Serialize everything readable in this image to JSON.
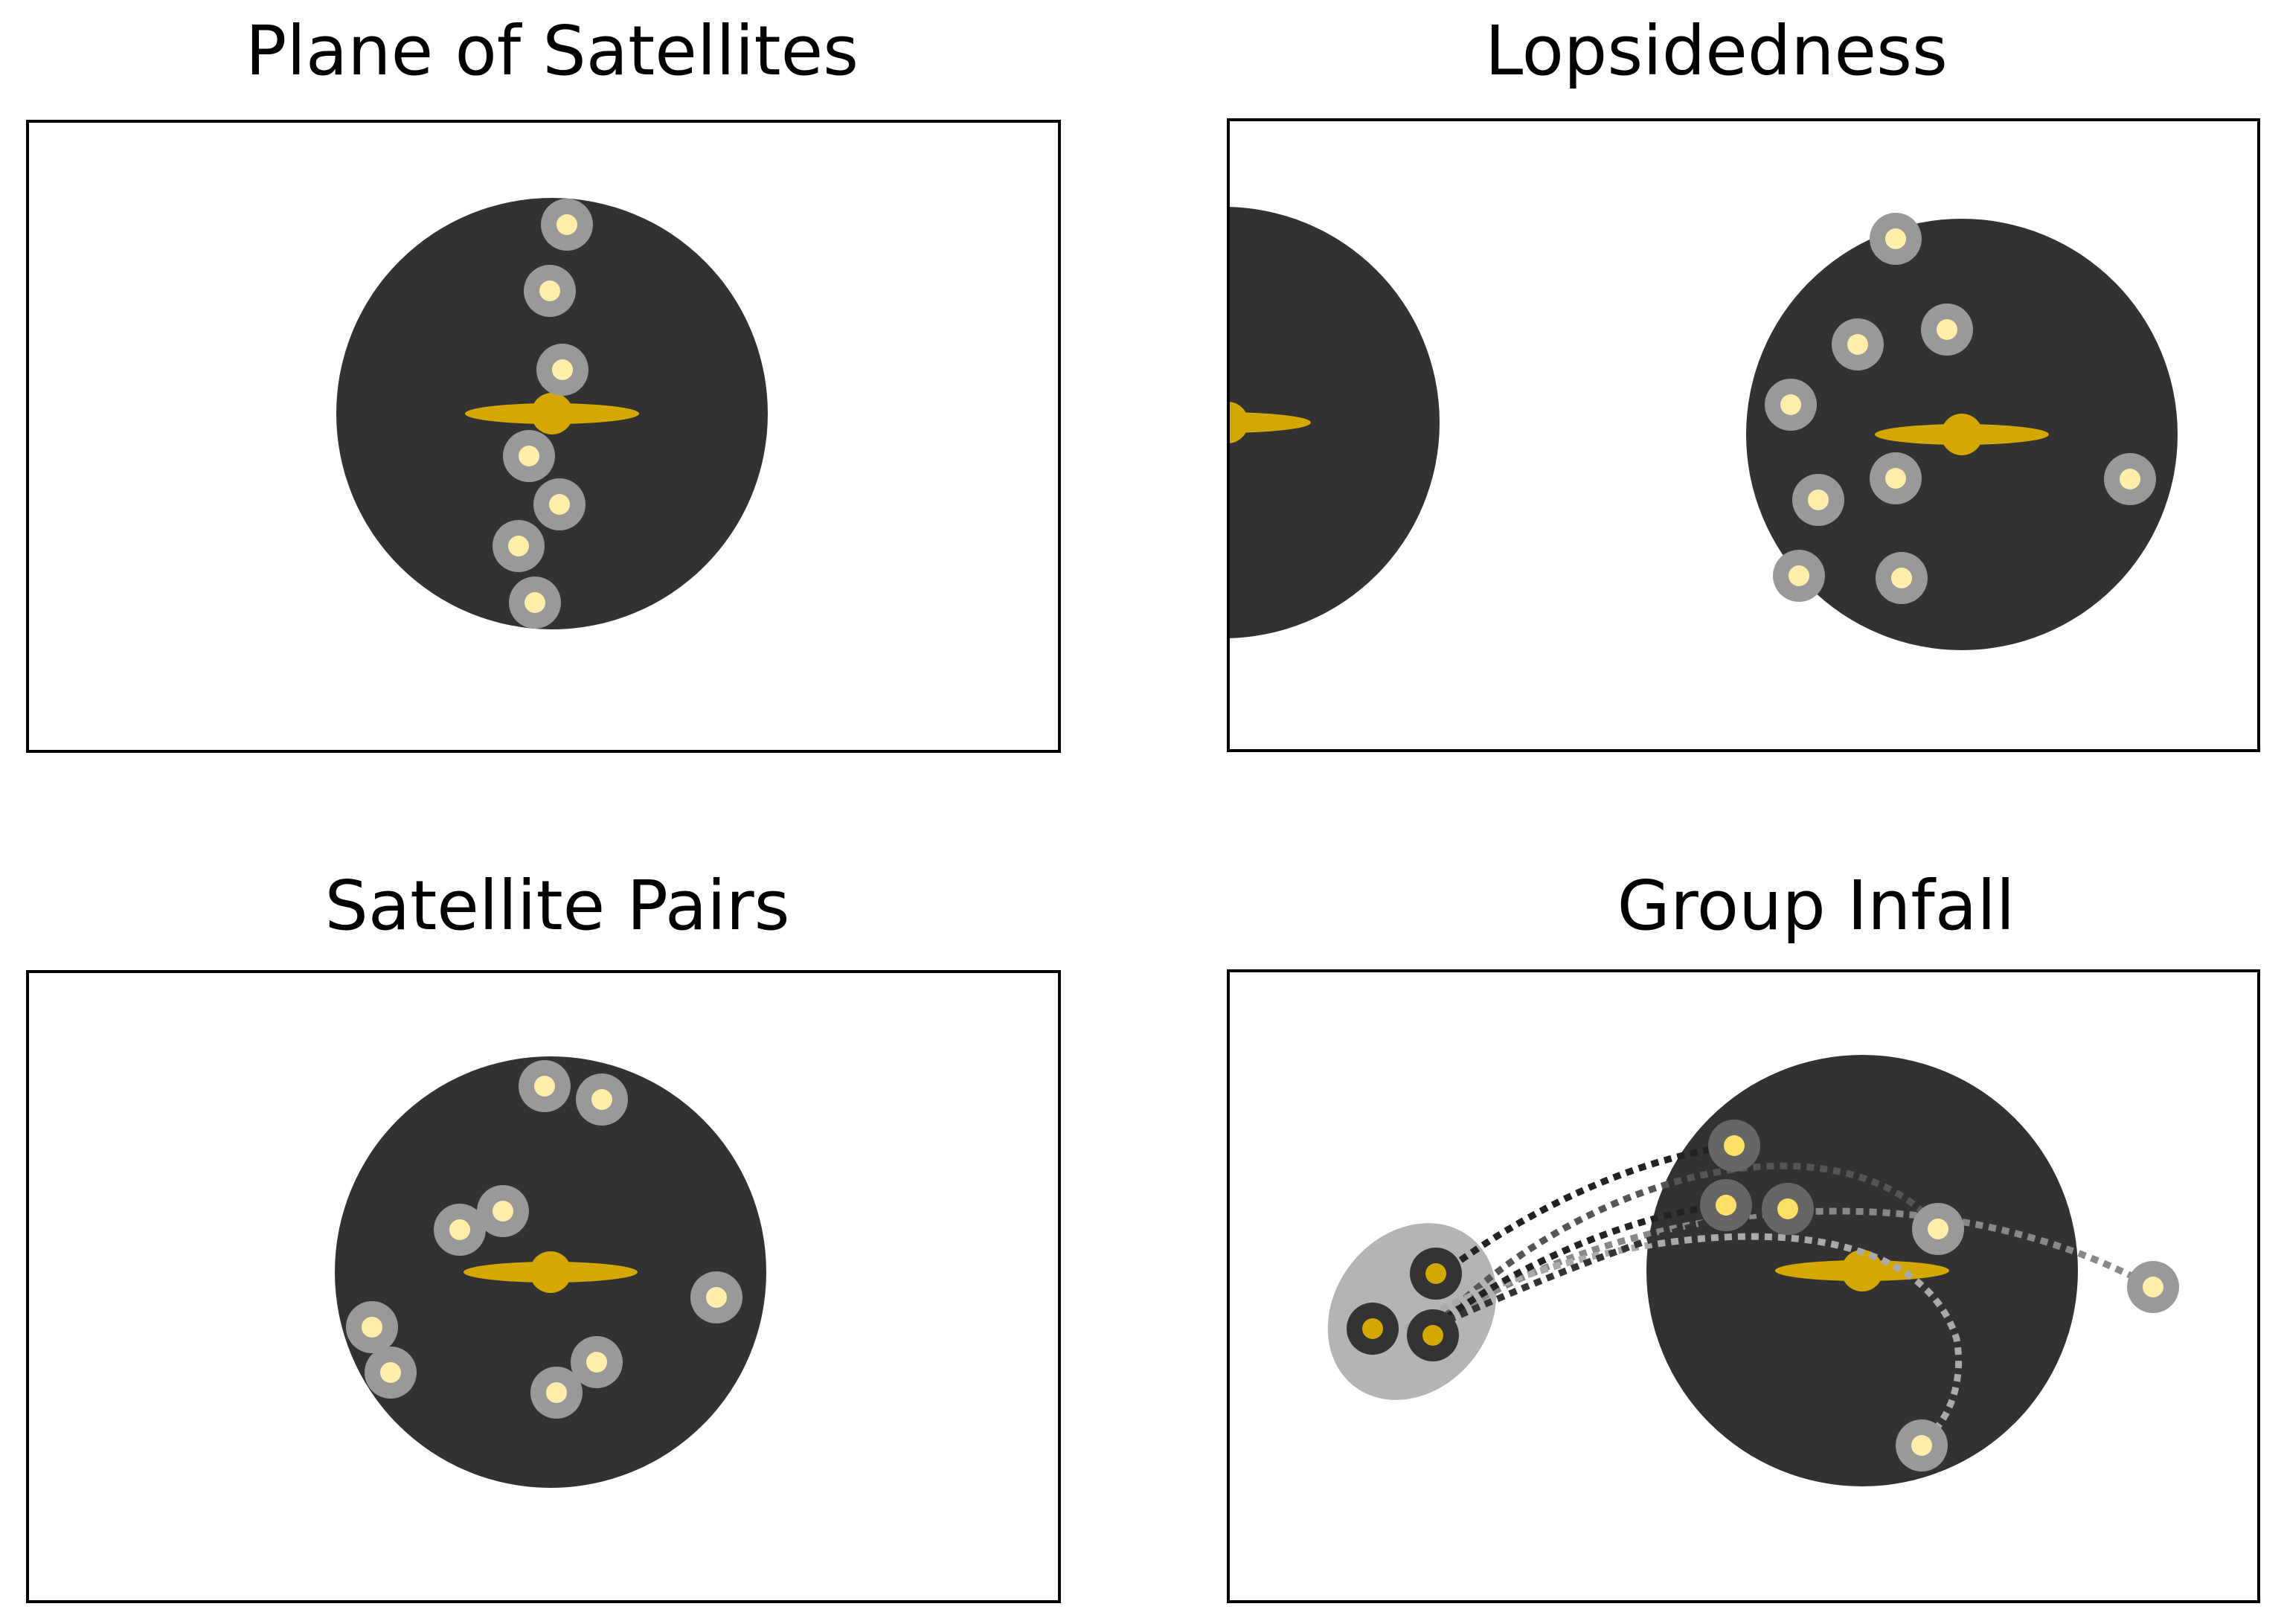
{
  "colors": {
    "background": "#ffffff",
    "frame": "#000000",
    "halo": "#323232",
    "disk": "#d4a800",
    "satellite_ring": "#999999",
    "satellite_core": "#ffeeaa",
    "group_blob": "#b4b4b4",
    "group_ring": "#333333",
    "group_core": "#d4a800",
    "infall_core": "#ffe066"
  },
  "panels": [
    {
      "id": "plane",
      "title": "Plane of Satellites"
    },
    {
      "id": "lopsided",
      "title": "Lopsidedness"
    },
    {
      "id": "pairs",
      "title": "Satellite Pairs"
    },
    {
      "id": "infall",
      "title": "Group Infall"
    }
  ]
}
